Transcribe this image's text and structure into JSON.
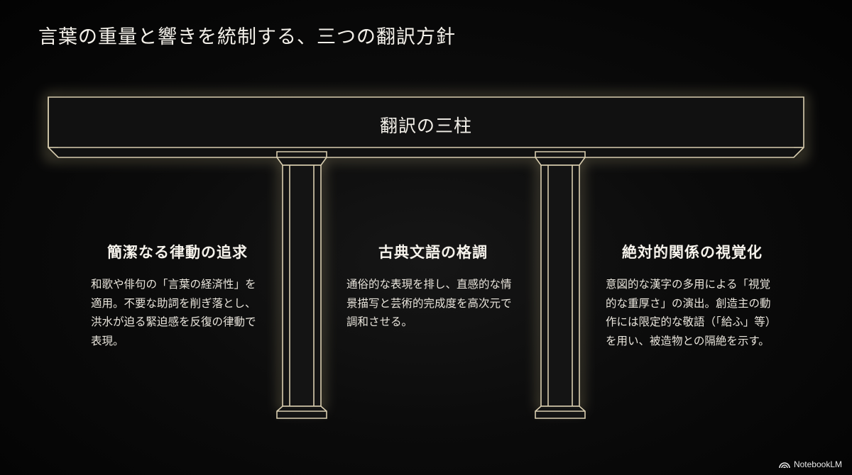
{
  "title": "言葉の重量と響きを統制する、三つの翻訳方針",
  "beam_label": "翻訳の三柱",
  "pillars": [
    {
      "heading": "簡潔なる律動の追求",
      "body": "和歌や俳句の「言葉の経済性」を適用。不要な助詞を削ぎ落とし、洪水が迫る緊迫感を反復の律動で表現。"
    },
    {
      "heading": "古典文語の格調",
      "body": "通俗的な表現を排し、直感的な情景描写と芸術的完成度を高次元で調和させる。"
    },
    {
      "heading": "絶対的関係の視覚化",
      "body": "意図的な漢字の多用による「視覚的な重厚さ」の演出。創造主の動作には限定的な敬語（「給ふ」等）を用い、被造物との隔絶を示す。"
    }
  ],
  "brand": "NotebookLM",
  "icons": [
    "notebooklm-logo-icon"
  ],
  "colors": {
    "background": "#0b0b0b",
    "line": "#d9ceb0",
    "glow": "#c8b98a",
    "text": "#f2efe8"
  }
}
